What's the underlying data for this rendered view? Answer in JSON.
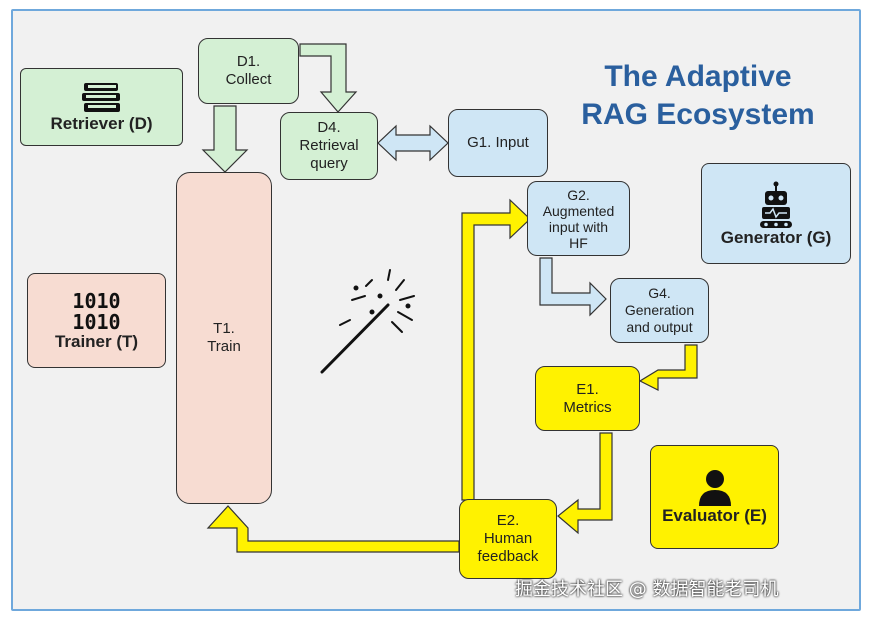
{
  "title": [
    "The Adaptive",
    "RAG Ecosystem"
  ],
  "nodes": {
    "retriever": {
      "label": "Retriever (D)",
      "icon": "books-icon"
    },
    "trainer": {
      "label": "Trainer (T)",
      "binary": [
        "1010",
        "1010"
      ],
      "icon": "binary-icon"
    },
    "generator": {
      "label": "Generator (G)",
      "icon": "robot-icon"
    },
    "evaluator": {
      "label": "Evaluator (E)",
      "icon": "person-icon"
    },
    "d1": {
      "line1": "D1.",
      "line2": "Collect"
    },
    "d4": {
      "line1": "D4.",
      "line2": "Retrieval",
      "line3": "query"
    },
    "g1": {
      "line1": "G1. Input"
    },
    "g2": {
      "line1": "G2.",
      "line2": "Augmented",
      "line3": "input with",
      "line4": "HF"
    },
    "g4": {
      "line1": "G4.",
      "line2": "Generation",
      "line3": "and output"
    },
    "e1": {
      "line1": "E1.",
      "line2": "Metrics"
    },
    "e2": {
      "line1": "E2.",
      "line2": "Human",
      "line3": "feedback"
    },
    "t1": {
      "line1": "T1.",
      "line2": "Train"
    }
  },
  "decoration": "magic-wand-icon",
  "watermark": "掘金技术社区 @ 数据智能老司机",
  "colors": {
    "title": "#2a5f9e",
    "green": "#d4f0d4",
    "blue": "#cfe6f5",
    "yellow": "#fff200",
    "peach": "#f7dcd2",
    "frame": "#6fa8dc"
  }
}
